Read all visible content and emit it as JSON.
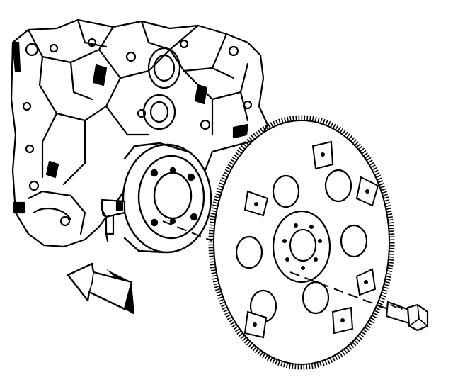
{
  "figure": {
    "kind": "exploded-view technical illustration",
    "colors": {
      "ink": "#000000",
      "paper": "#ffffff"
    },
    "parts": [
      {
        "id": "engine-block-rear",
        "icon": "engine-block-icon"
      },
      {
        "id": "crankshaft-flange",
        "icon": "flange-icon"
      },
      {
        "id": "crankshaft-position-sensor",
        "icon": "sensor-icon"
      },
      {
        "id": "flexplate",
        "icon": "flexplate-icon"
      },
      {
        "id": "flexplate-bolt",
        "icon": "bolt-icon"
      },
      {
        "id": "direction-arrow",
        "icon": "arrow-left-icon"
      }
    ]
  }
}
